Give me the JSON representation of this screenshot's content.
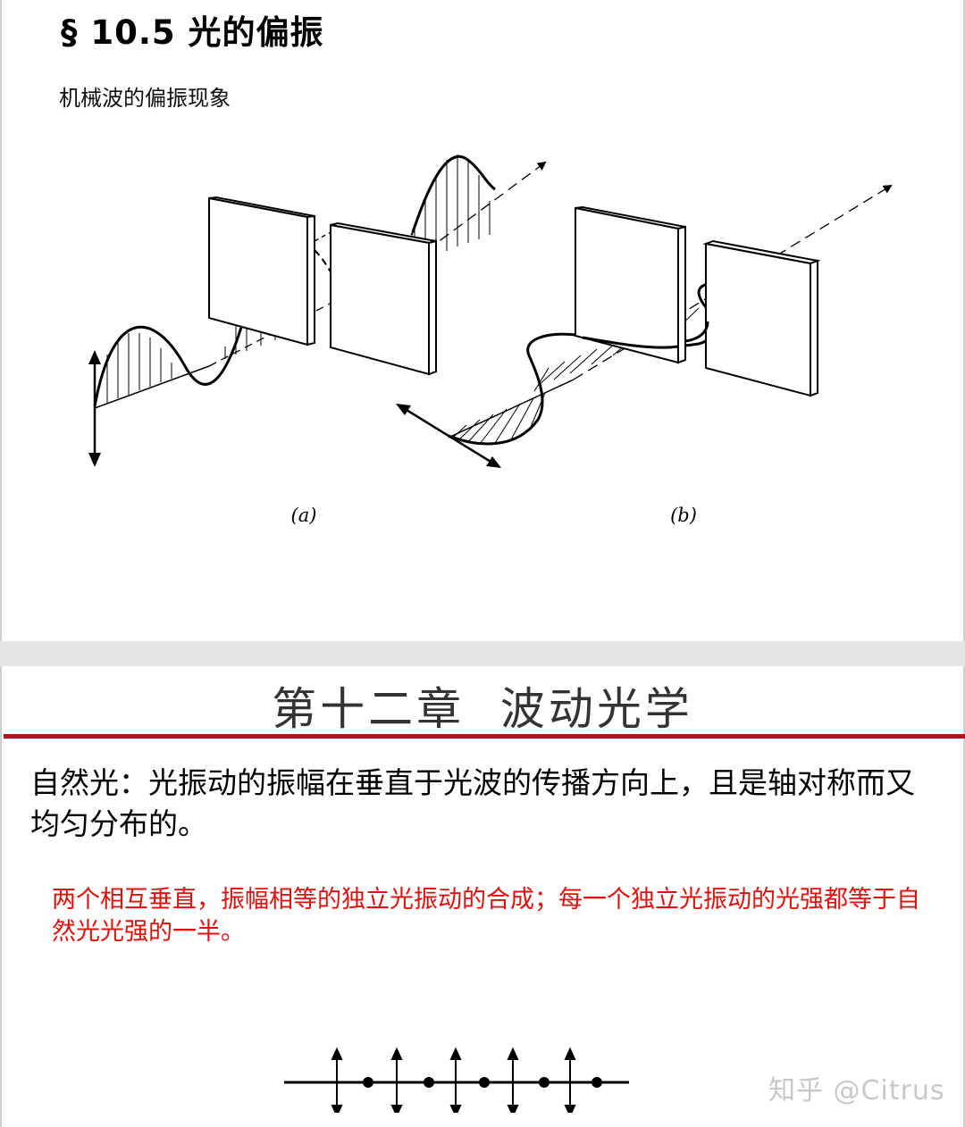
{
  "slide1": {
    "title": "§ 10.5  光的偏振",
    "subtitle": "机械波的偏振现象",
    "figure": {
      "label_a": "(a)",
      "label_b": "(b)"
    }
  },
  "slide2": {
    "header": "第十二章  波动光学",
    "natural_light_text": "自然光：光振动的振幅在垂直于光波的传播方向上，且是轴对称而又均匀分布的。",
    "note_text": "两个相互垂直，振幅相等的独立光振动的合成；每一个独立光振动的光强都等于自然光光强的一半。",
    "accent_color": "#e0100c",
    "rule_color": "#b3121f"
  },
  "watermark": "知乎 @Citrus"
}
